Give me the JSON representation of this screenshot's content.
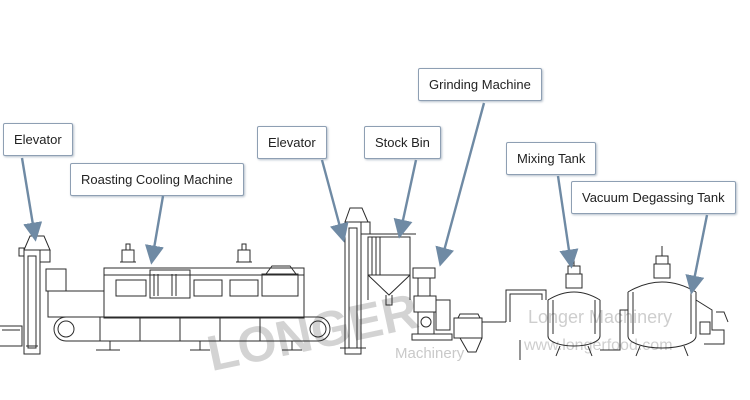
{
  "labels": {
    "elevator_1": "Elevator",
    "roasting_cooling_machine": "Roasting Cooling Machine",
    "elevator_2": "Elevator",
    "stock_bin": "Stock Bin",
    "grinding_machine": "Grinding Machine",
    "mixing_tank": "Mixing Tank",
    "vacuum_degassing_tank": "Vacuum Degassing Tank"
  },
  "watermark": {
    "brand_logo": "LONGER",
    "brand_sub": "Machinery",
    "company": "Longer Machinery",
    "site": "www.longerfood.com"
  },
  "colors": {
    "line": "#2b2b2b",
    "arrow": "#6f8aa4",
    "watermark": "#c9c9c9",
    "label_border": "#8e9fb3"
  }
}
